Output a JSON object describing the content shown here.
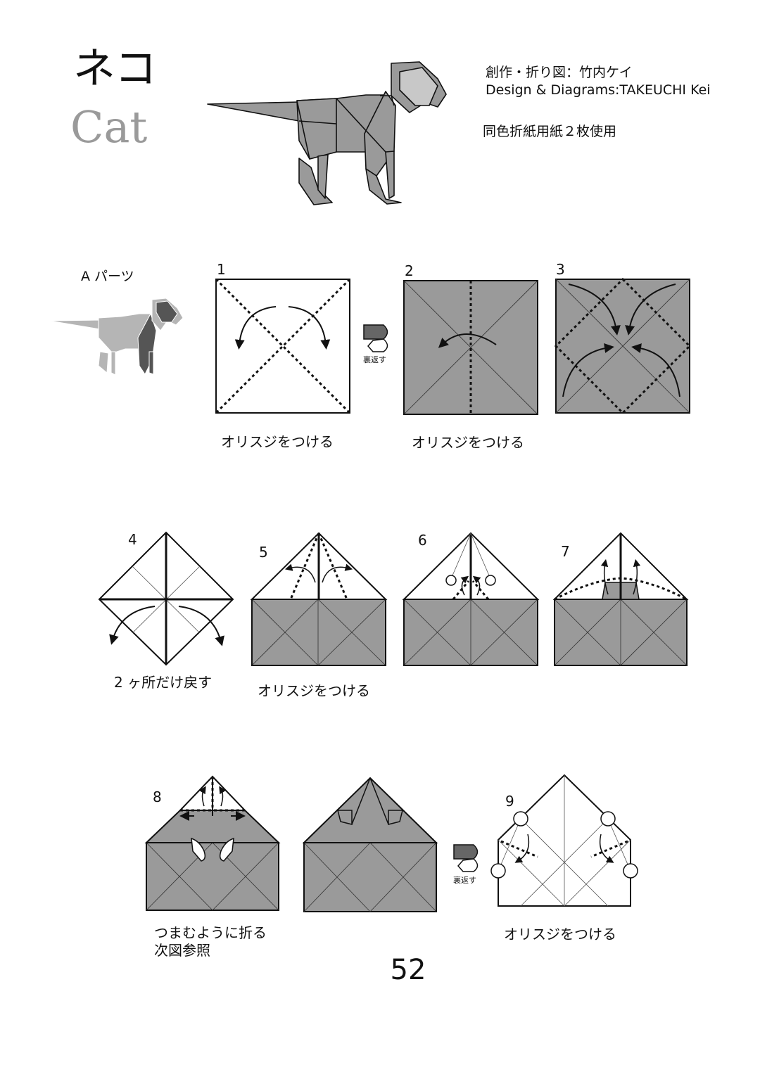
{
  "header": {
    "title_jp": "ネコ",
    "title_en": "Cat",
    "credit_jp": "創作・折り図：竹内ケイ",
    "credit_en": "Design & Diagrams:TAKEUCHI Kei",
    "paper_note": "同色折紙用紙２枚使用"
  },
  "part_label": "A パーツ",
  "turn_over": "裏返す",
  "steps": [
    {
      "num": "1",
      "caption": "オリスジをつける"
    },
    {
      "num": "2",
      "caption": "オリスジをつける"
    },
    {
      "num": "3",
      "caption": ""
    },
    {
      "num": "4",
      "caption": "2 ヶ所だけ戻す"
    },
    {
      "num": "5",
      "caption": "オリスジをつける"
    },
    {
      "num": "6",
      "caption": ""
    },
    {
      "num": "7",
      "caption": ""
    },
    {
      "num": "8",
      "caption": "つまむように折る",
      "caption2": "次図参照"
    },
    {
      "num": "9",
      "caption": "オリスジをつける"
    }
  ],
  "page_number": "52",
  "colors": {
    "paper_gray": "#9a9a9a",
    "line": "#111111",
    "title_gray": "#9a9a9a"
  }
}
